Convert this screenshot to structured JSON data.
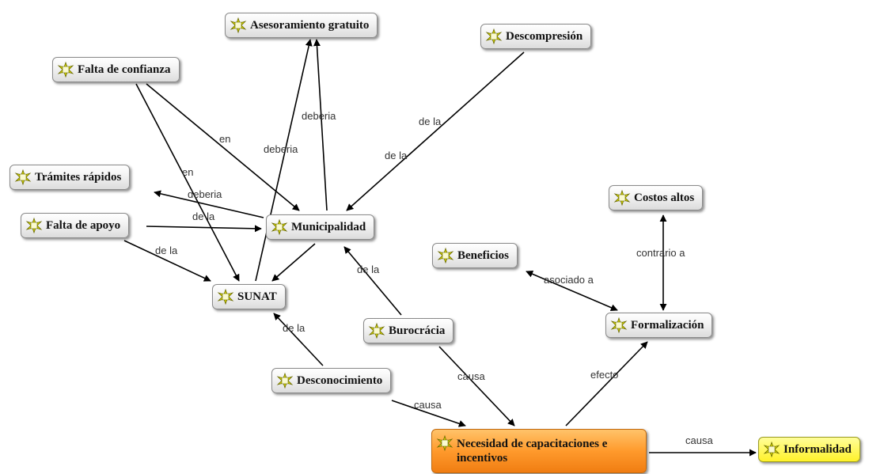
{
  "concepts": {
    "asesoramiento": "Asesoramiento gratuito",
    "descompresion": "Descompresión",
    "falta_confianza": "Falta de confianza",
    "tramites": "Trámites rápidos",
    "falta_apoyo": "Falta de apoyo",
    "municipalidad": "Municipalidad",
    "sunat": "SUNAT",
    "costos": "Costos altos",
    "beneficios": "Beneficios",
    "formalizacion": "Formalización",
    "burocracia": "Burocrácia",
    "desconocimiento": "Desconocimiento",
    "necesidad": "Necesidad de capacitaciones e incentivos",
    "informalidad": "Informalidad"
  },
  "links": {
    "en_1": "en",
    "en_2": "en",
    "deberia_1": "deberia",
    "deberia_2": "deberia",
    "deberia_3": "deberia",
    "dela_1": "de la",
    "dela_2": "de la",
    "dela_3": "de la",
    "dela_4": "de la",
    "dela_5": "de la",
    "dela_6": "de la",
    "contrario": "contrario a",
    "asociado": "asociado a",
    "causa_1": "causa",
    "causa_2": "causa",
    "causa_3": "causa",
    "efecto": "efecto"
  },
  "icon": "concept-node-icon",
  "colors": {
    "default_node": "#eeeeee",
    "highlight_node": "#ff9a2c",
    "outcome_node": "#fff22a"
  }
}
